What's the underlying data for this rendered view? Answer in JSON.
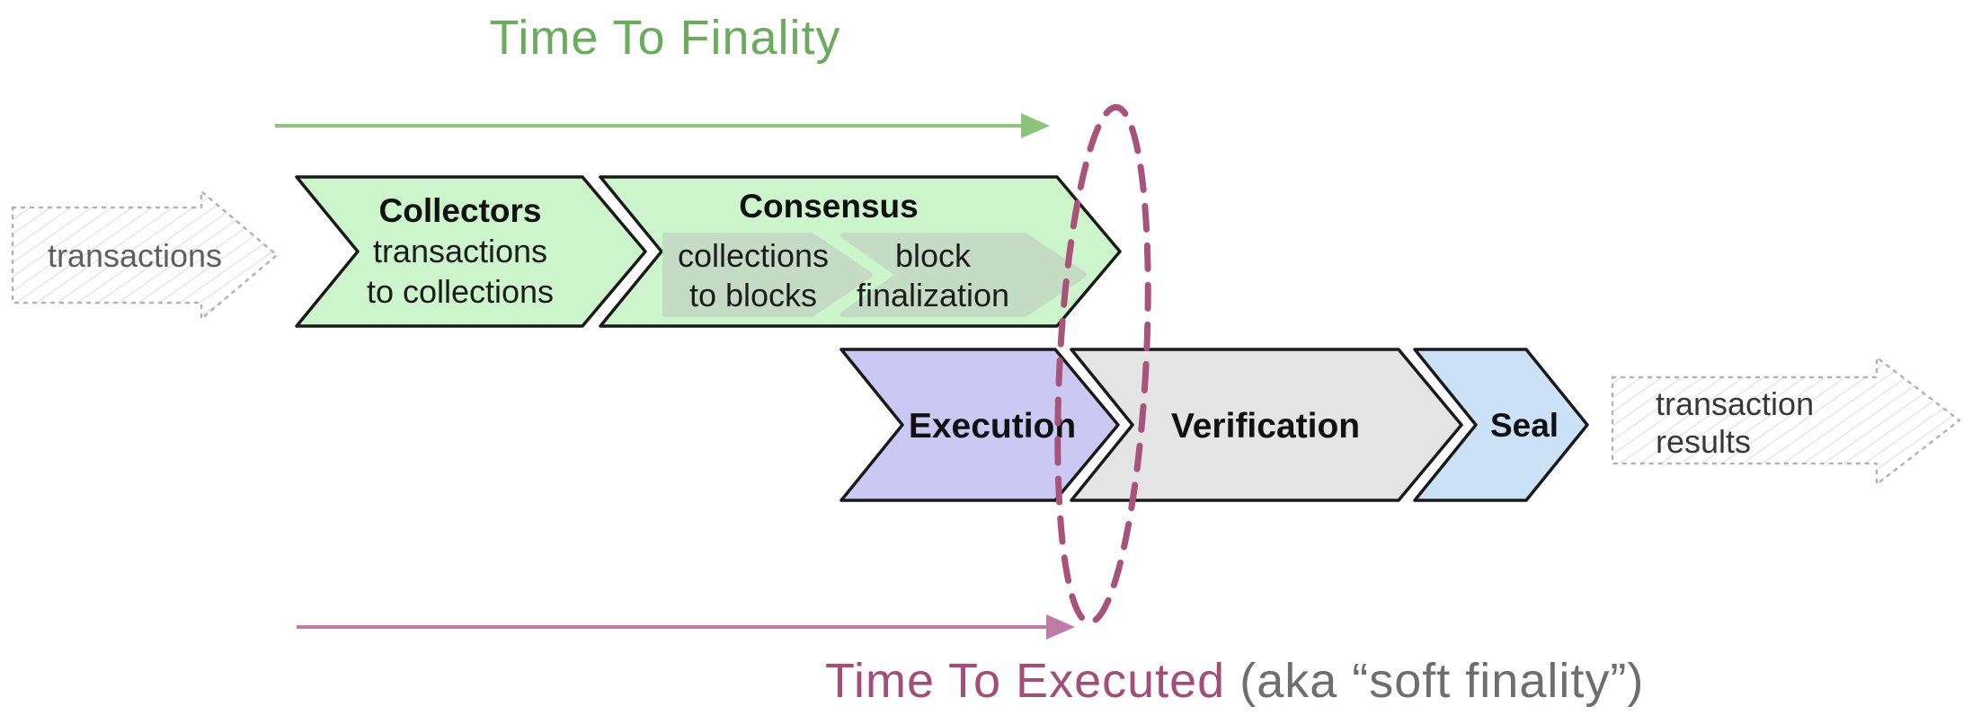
{
  "diagram": {
    "top_label": "Time To Finality",
    "bottom_label_primary": "Time To Executed",
    "bottom_label_secondary": " (aka “soft finality”)",
    "input_arrow_label": "transactions",
    "output_arrow_label_line1": "transaction",
    "output_arrow_label_line2": "results",
    "stages": {
      "collectors": {
        "title": "Collectors",
        "subtitle_line1": "transactions",
        "subtitle_line2": "to collections"
      },
      "consensus": {
        "title": "Consensus",
        "substeps": [
          {
            "line1": "collections",
            "line2": "to blocks"
          },
          {
            "line1": "block",
            "line2": "finalization"
          }
        ]
      },
      "execution": {
        "title": "Execution"
      },
      "verification": {
        "title": "Verification"
      },
      "seal": {
        "title": "Seal"
      }
    }
  },
  "colors": {
    "title_green": "#6aab5e",
    "arrow_green": "#8cc47c",
    "stage_green": "#ccf5cc",
    "substep_green": "#c3dcc3",
    "stage_purple": "#cbc9f3",
    "stage_gray": "#e4e4e4",
    "stage_blue": "#cbe2f6",
    "accent_maroon": "#a85379",
    "label_maroon": "#a34d79",
    "arrow_pink": "#c07ca8",
    "secondary_gray": "#6e6e6e",
    "input_text_gray": "#5f5f5f",
    "output_text_dark": "#383838"
  }
}
